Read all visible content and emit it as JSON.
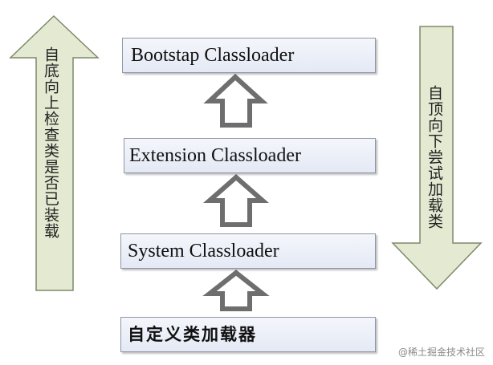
{
  "diagram": {
    "title": "",
    "boxes": {
      "bootstrap": "Bootstap Classloader",
      "extension": "Extension Classloader",
      "system": "System Classloader",
      "custom": "自定义类加载器"
    },
    "left_arrow_label": "自底向上检查类是否已装载",
    "right_arrow_label": "自顶向下尝试加载类",
    "colors": {
      "box_fill": "#e9edf6",
      "box_border": "#8e96a8",
      "big_arrow_fill": "#e4ead2",
      "big_arrow_stroke": "#7d8a6a",
      "small_arrow_stroke": "#6e6e6e"
    }
  },
  "watermark": "@稀土掘金技术社区"
}
